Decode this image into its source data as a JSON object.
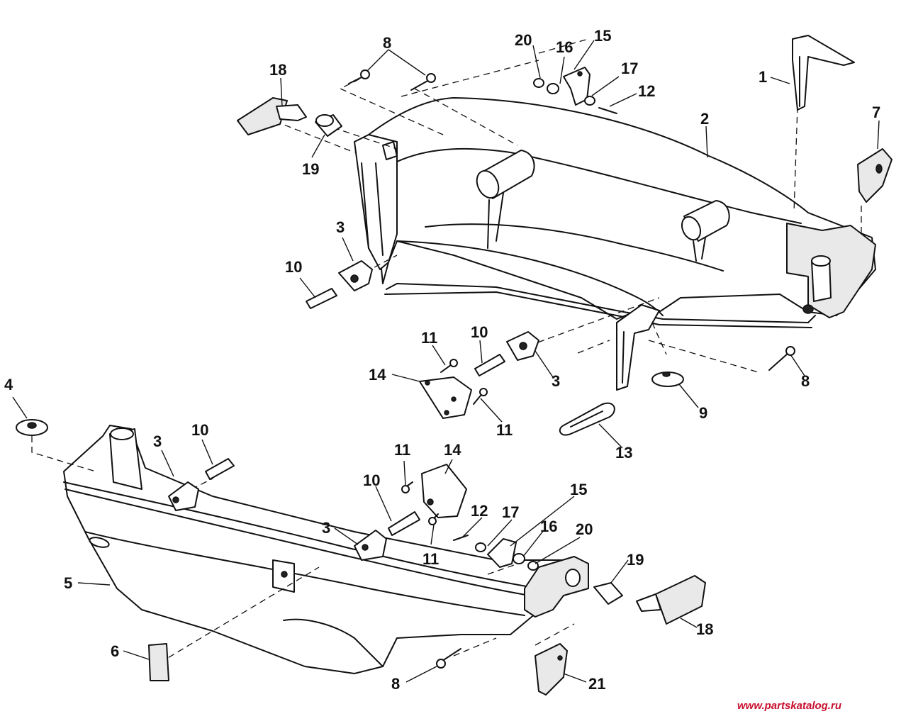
{
  "labels": {
    "p1": "1",
    "p2": "2",
    "p3a": "3",
    "p3b": "3",
    "p3c": "3",
    "p3d": "3",
    "p4": "4",
    "p5": "5",
    "p6": "6",
    "p7": "7",
    "p8a": "8",
    "p8b": "8",
    "p8c": "8",
    "p9": "9",
    "p10a": "10",
    "p10b": "10",
    "p10c": "10",
    "p10d": "10",
    "p11a": "11",
    "p11b": "11",
    "p11c": "11",
    "p11d": "11",
    "p12a": "12",
    "p12b": "12",
    "p13": "13",
    "p14a": "14",
    "p14b": "14",
    "p15a": "15",
    "p15b": "15",
    "p16a": "16",
    "p16b": "16",
    "p17a": "17",
    "p17b": "17",
    "p18a": "18",
    "p18b": "18",
    "p19a": "19",
    "p19b": "19",
    "p20a": "20",
    "p20b": "20",
    "p21": "21"
  },
  "watermark": "www.partskatalog.ru"
}
